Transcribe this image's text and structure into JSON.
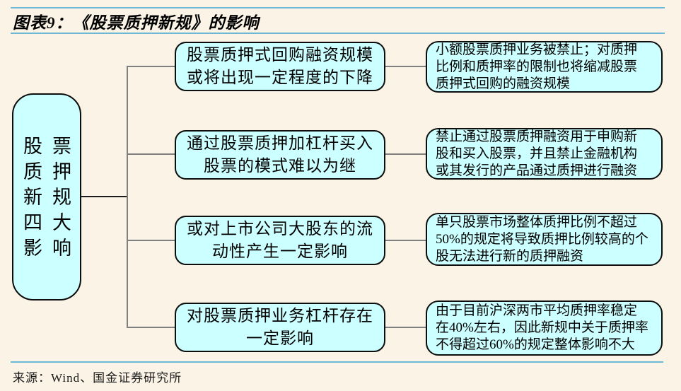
{
  "header": {
    "title": "图表9：《股票质押新规》的影响"
  },
  "diagram": {
    "root": {
      "label": "股票质押新规四大影响",
      "lines": [
        "股票",
        "质押",
        "新规",
        "四大",
        "影响"
      ]
    },
    "branches": [
      {
        "summary": "股票质押式回购融资规模或将出现一定程度的下降",
        "summary_lines": [
          "股票质押式回购融资规模",
          "或将出现一定程度的下降"
        ],
        "detail": "小额股票质押业务被禁止；对质押比例和质押率的限制也将缩减股票质押式回购的融资规模",
        "detail_lines": [
          "小额股票质押业务被禁止；对质押",
          "比例和质押率的限制也将缩减股票",
          "质押式回购的融资规模"
        ]
      },
      {
        "summary": "通过股票质押加杠杆买入股票的模式难以为继",
        "summary_lines": [
          "通过股票质押加杠杆买入",
          "股票的模式难以为继"
        ],
        "detail": "禁止通过股票质押融资用于申购新股和买入股票，并且禁止金融机构或其发行的产品通过质押进行融资",
        "detail_lines": [
          "禁止通过股票质押融资用于申购新",
          "股和买入股票，并且禁止金融机构",
          "或其发行的产品通过质押进行融资"
        ]
      },
      {
        "summary": "或对上市公司大股东的流动性产生一定影响",
        "summary_lines": [
          "或对上市公司大股东的流",
          "动性产生一定影响"
        ],
        "detail": "单只股票市场整体质押比例不超过50%的规定将导致质押比例较高的个股无法进行新的质押融资",
        "detail_lines": [
          "单只股票市场整体质押比例不超过",
          "50%的规定将导致质押比例较高的个",
          "股无法进行新的质押融资"
        ]
      },
      {
        "summary": "对股票质押业务杠杆存在一定影响",
        "summary_lines": [
          "对股票质押业务杠杆存在",
          "一定影响"
        ],
        "detail": "由于目前沪深两市平均质押率稳定在40%左右，因此新规中关于质押率不得超过60%的规定整体影响不大",
        "detail_lines": [
          "由于目前沪深两市平均质押率稳定",
          "在40%左右，因此新规中关于质押率",
          "不得超过60%的规定整体影响不大"
        ]
      }
    ]
  },
  "footer": {
    "source": "来源：Wind、国金证券研究所"
  },
  "colors": {
    "background": "#FBF4E6",
    "box_fill": "#CCFFFF",
    "box_border": "#000000",
    "divider_blue": "#6CB8D6",
    "connector_gray": "#7F7F7F",
    "root_connector_black": "#1A1A1A"
  }
}
